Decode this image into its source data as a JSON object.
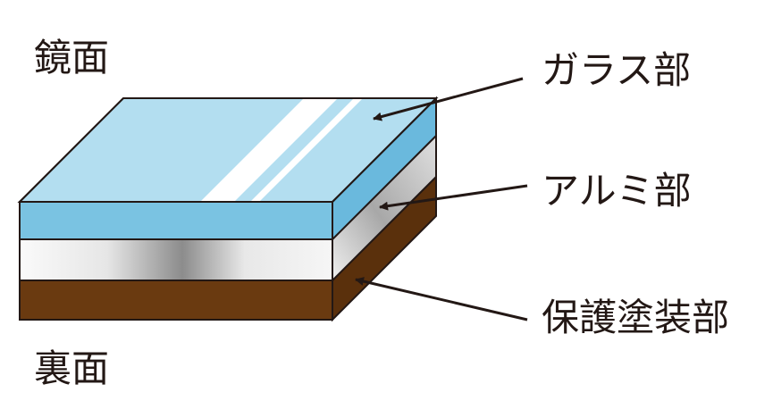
{
  "labels": {
    "front": "鏡面",
    "back": "裏面",
    "glass": "ガラス部",
    "aluminum": "アルミ部",
    "coating": "保護塗装部"
  },
  "colors": {
    "glass_top": "#b3def0",
    "glass_front": "#7ac3e2",
    "glass_side": "#6ab9dd",
    "highlight": "#ffffff",
    "aluminum_light": "#f4f4f4",
    "aluminum_dark": "#8a8a8a",
    "coating_front": "#6a3a10",
    "coating_side": "#5a300c",
    "outline": "#231815"
  }
}
